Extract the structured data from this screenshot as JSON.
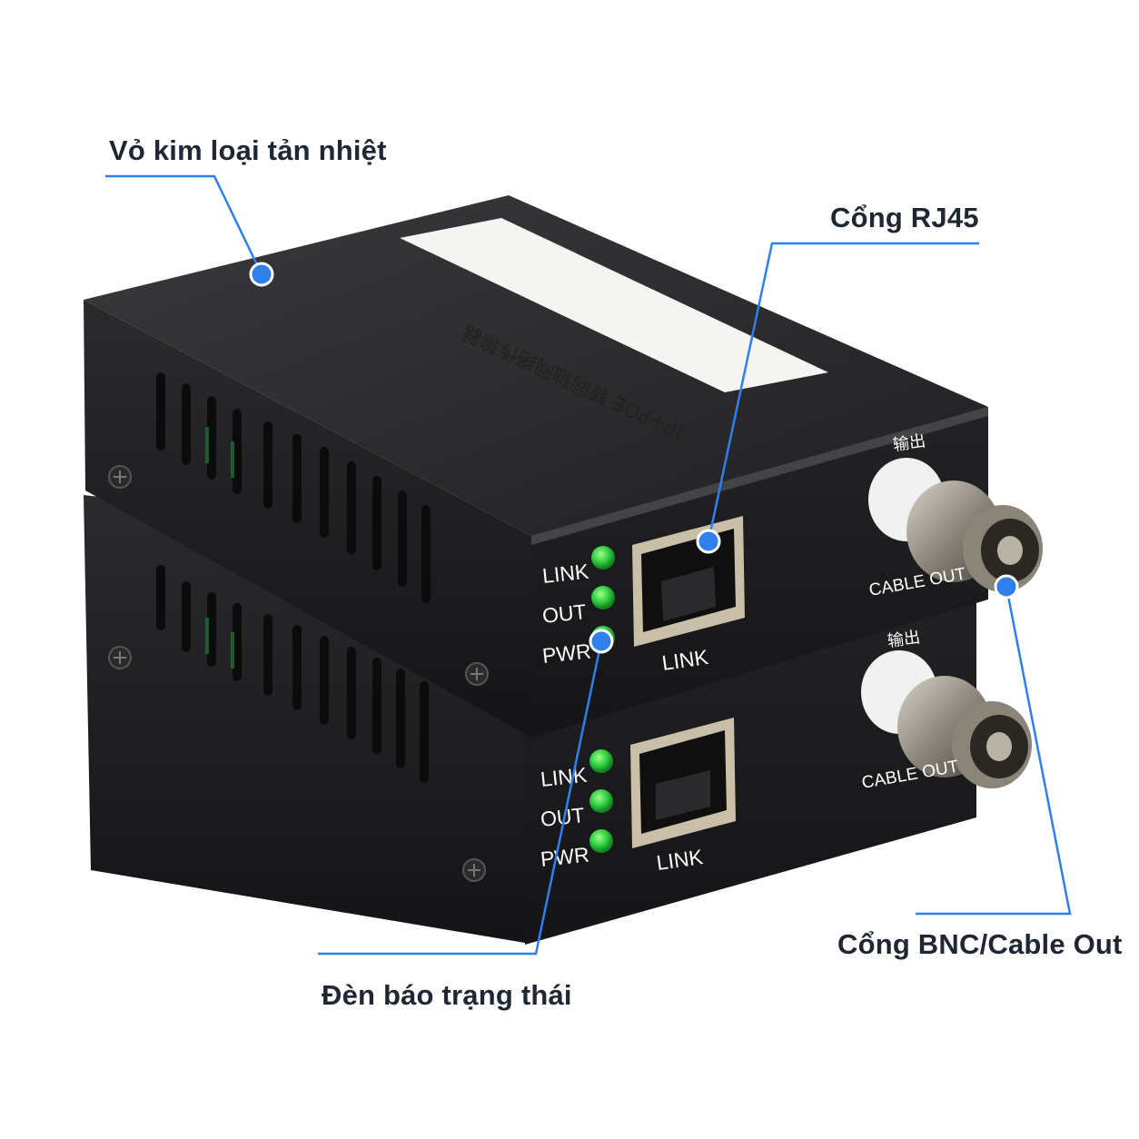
{
  "callouts": {
    "heatsink": "Vỏ kim loại tản nhiệt",
    "rj45": "Cổng RJ45",
    "bnc": "Cổng BNC/Cable Out",
    "leds": "Đèn báo trạng thái"
  },
  "device": {
    "top_label": "IP+POE 转同轴网络传输器",
    "led_labels": [
      "LINK",
      "OUT",
      "PWR"
    ],
    "port_label": "LINK",
    "bnc_top_label": "输出",
    "bnc_bottom_label": "CABLE OUT"
  },
  "colors": {
    "callout_line": "#2f80ed",
    "callout_dot": "#2f80ed",
    "led": "#2ecc40",
    "chassis": "#1c1c1e"
  },
  "icons": [
    "ethernet-port-icon",
    "bnc-connector-icon",
    "led-indicator-icon",
    "screw-icon"
  ]
}
